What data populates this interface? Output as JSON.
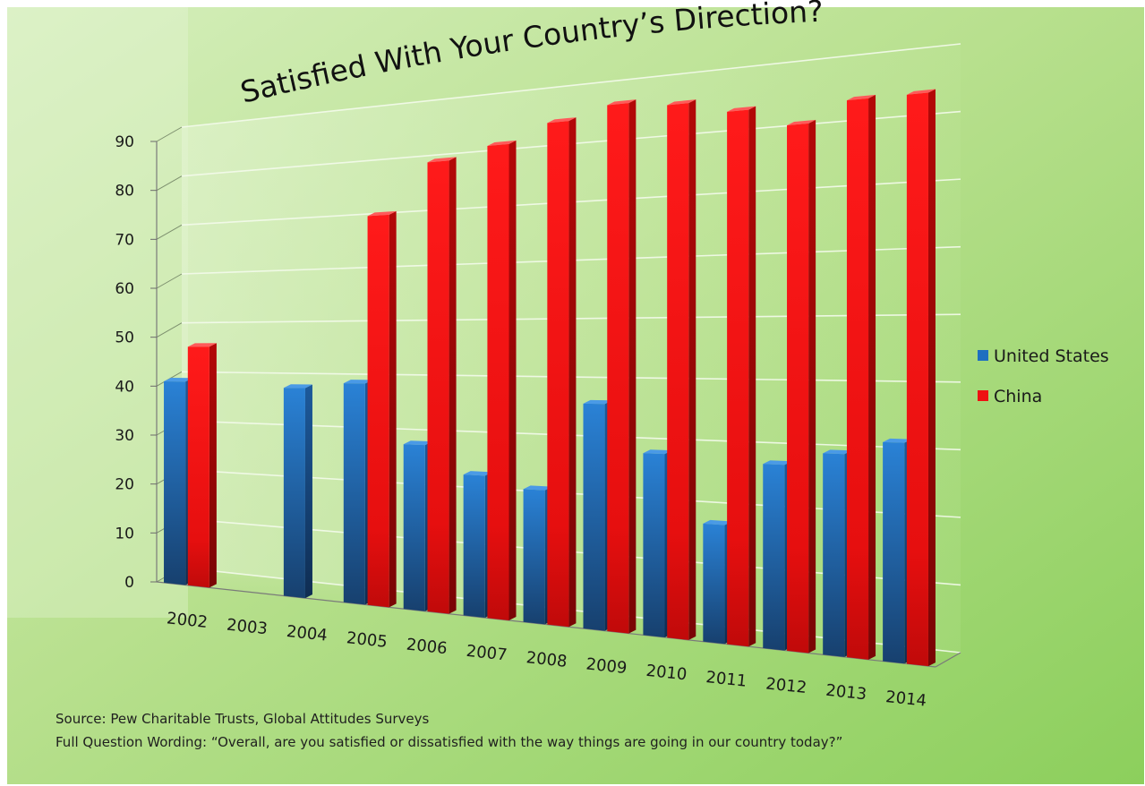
{
  "chart_data": {
    "type": "bar",
    "title": "Satisfied With Your Country’s Direction?",
    "xlabel": "",
    "ylabel": "",
    "ylim": [
      0,
      90
    ],
    "yticks": [
      0,
      10,
      20,
      30,
      40,
      50,
      60,
      70,
      80,
      90
    ],
    "grid": true,
    "legend_position": "right",
    "categories": [
      "2002",
      "2003",
      "2004",
      "2005",
      "2006",
      "2007",
      "2008",
      "2009",
      "2010",
      "2011",
      "2012",
      "2013",
      "2014"
    ],
    "series": [
      {
        "name": "United States",
        "color": "#1e6fc0",
        "values": [
          41,
          null,
          40,
          41,
          30,
          25,
          23,
          38,
          30,
          19,
          29,
          31,
          33
        ]
      },
      {
        "name": "China",
        "color": "#ee1111",
        "values": [
          48,
          null,
          null,
          72,
          81,
          83,
          86,
          88,
          87,
          85,
          82,
          85,
          85
        ]
      }
    ]
  },
  "footer": {
    "source": "Source: Pew Charitable Trusts, Global Attitudes Surveys",
    "wording": "Full Question Wording: “Overall, are you satisfied or dissatisfied with the way things are going in our country today?”"
  }
}
